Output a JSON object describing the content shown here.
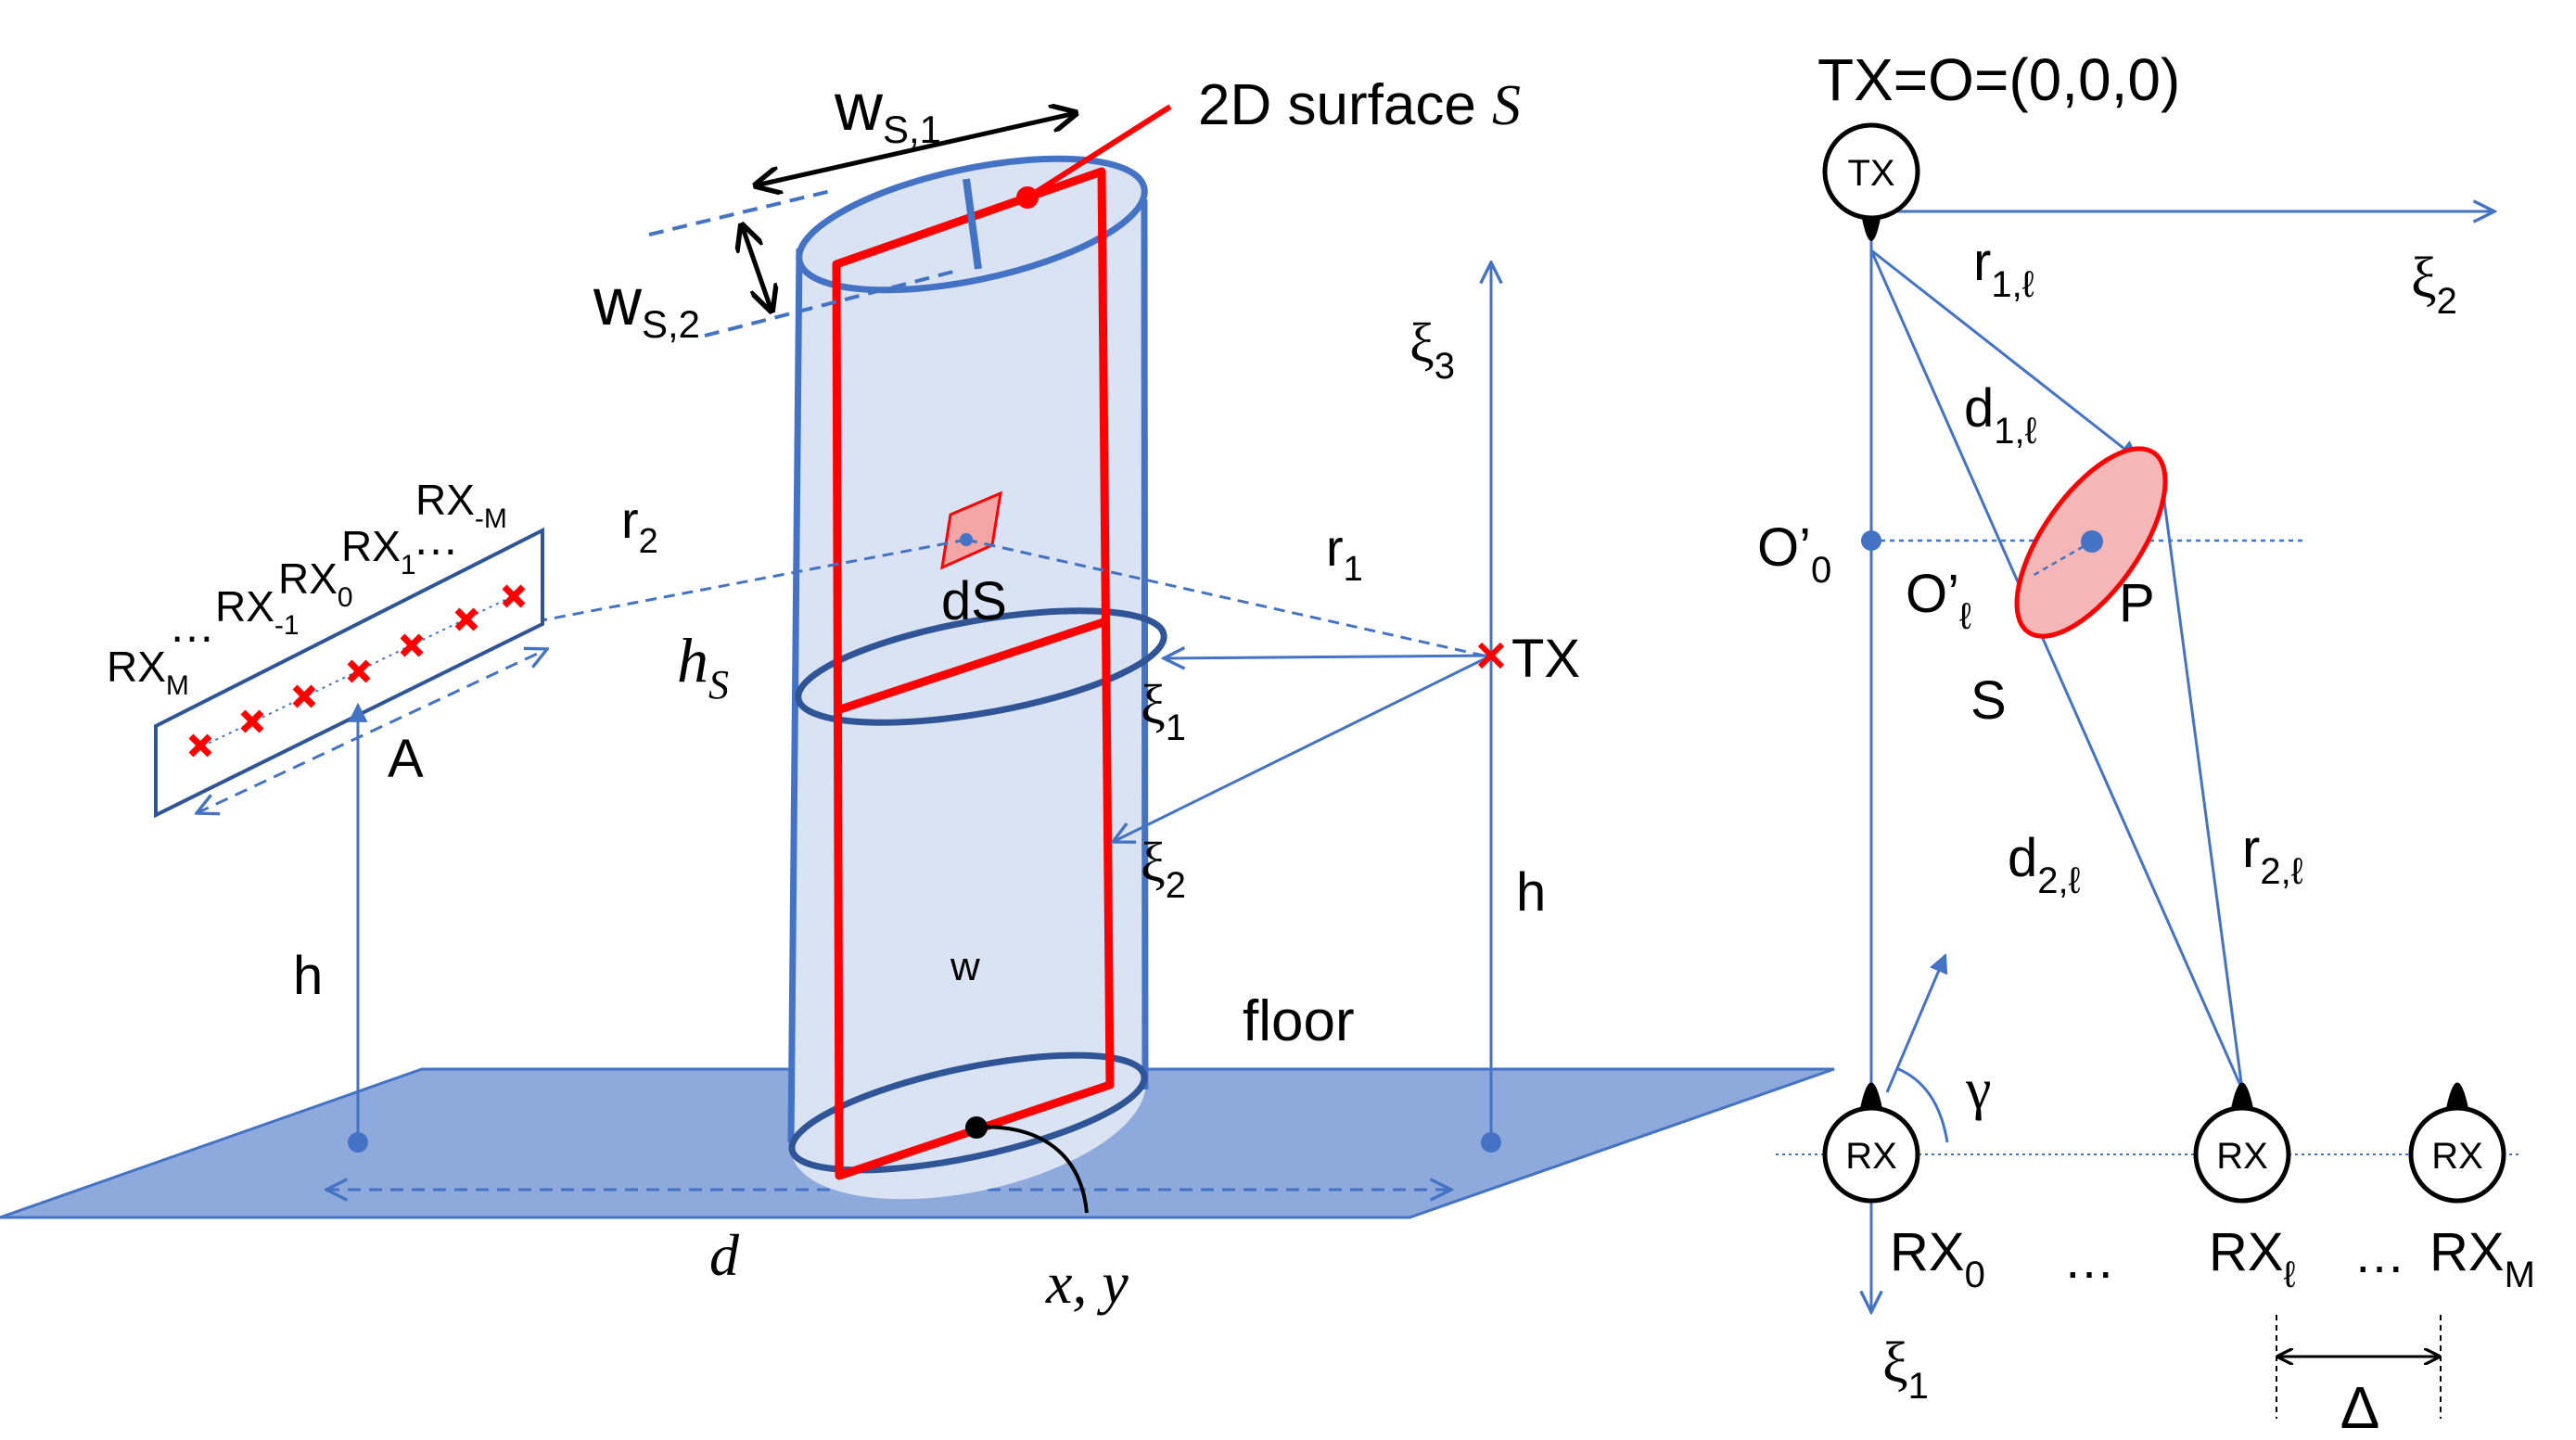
{
  "colors": {
    "blue": "#4472C4",
    "dark_blue": "#2F5597",
    "red": "#FF0000",
    "floor": "#8EA9DB",
    "cyl_fill": "#DAE3F3",
    "patch": "#F4A6A6"
  },
  "left": {
    "surface_label_main": "2D surface ",
    "surface_label_var": "S",
    "ws1_main": "w",
    "ws1_sub": "S,1",
    "ws2_main": "w",
    "ws2_sub": "S,2",
    "xi3": "ξ",
    "xi3_sub": "3",
    "rx_m_neg": "RX",
    "rx_m_neg_sub": "-M",
    "rx_1": "RX",
    "rx_1_sub": "1",
    "rx_0": "RX",
    "rx_0_sub": "0",
    "rx_m1": "RX",
    "rx_m1_sub": "-1",
    "rx_M": "RX",
    "rx_M_sub": "M",
    "dots": "…",
    "r2": "r",
    "r2_sub": "2",
    "r1": "r",
    "r1_sub": "1",
    "dS": "dS",
    "hS": "h",
    "hS_sub": "S",
    "tx": "TX",
    "xi1": "ξ",
    "xi1_sub": "1",
    "xi2": "ξ",
    "xi2_sub": "2",
    "A": "A",
    "h_left": "h",
    "h_right": "h",
    "w": "w",
    "floor": "floor",
    "d": "d",
    "xy": "x, y"
  },
  "right": {
    "tx_origin": "TX=O=(0,0,0)",
    "tx_node": "TX",
    "r1l": "r",
    "r1l_sub": "1,ℓ",
    "xi2": "ξ",
    "xi2_sub": "2",
    "d1l": "d",
    "d1l_sub": "1,ℓ",
    "O0": "O’",
    "O0_sub": "0",
    "Ol": "O’",
    "Ol_sub": "ℓ",
    "P": "P",
    "S": "S",
    "d2l": "d",
    "d2l_sub": "2,ℓ",
    "r2l": "r",
    "r2l_sub": "2,ℓ",
    "gamma": "γ",
    "rx_node": "RX",
    "rx0": "RX",
    "rx0_sub": "0",
    "rxl": "RX",
    "rxl_sub": "ℓ",
    "rxM": "RX",
    "rxM_sub": "M",
    "dots": "…",
    "xi1": "ξ",
    "xi1_sub": "1",
    "delta": "Δ"
  }
}
